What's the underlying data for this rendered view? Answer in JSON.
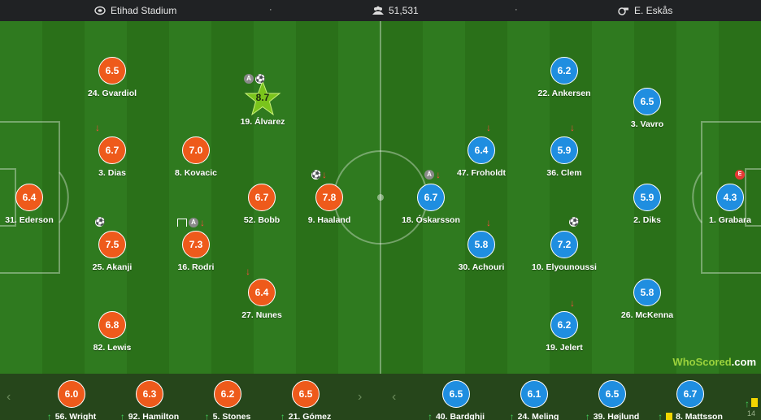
{
  "header": {
    "stadium": "Etihad Stadium",
    "attendance": "51,531",
    "referee": "E. Eskås",
    "separator": "·"
  },
  "colors": {
    "home": "#ee5a1b",
    "away": "#1f8ee0",
    "motm": "#7ac41c"
  },
  "home_players": [
    {
      "name": "24. Gvardiol",
      "rating": "6.5"
    },
    {
      "name": "3. Dias",
      "rating": "6.7"
    },
    {
      "name": "31. Ederson",
      "rating": "6.4"
    },
    {
      "name": "25. Akanji",
      "rating": "7.5"
    },
    {
      "name": "82. Lewis",
      "rating": "6.8"
    },
    {
      "name": "8. Kovacic",
      "rating": "7.0"
    },
    {
      "name": "16. Rodri",
      "rating": "7.3"
    },
    {
      "name": "19. Álvarez",
      "rating": "8.7"
    },
    {
      "name": "52. Bobb",
      "rating": "6.7"
    },
    {
      "name": "27. Nunes",
      "rating": "6.4"
    },
    {
      "name": "9. Haaland",
      "rating": "7.8"
    }
  ],
  "away_players": [
    {
      "name": "18. Óskarsson",
      "rating": "6.7"
    },
    {
      "name": "47. Froholdt",
      "rating": "6.4"
    },
    {
      "name": "30. Achouri",
      "rating": "5.8"
    },
    {
      "name": "22. Ankersen",
      "rating": "6.2"
    },
    {
      "name": "36. Clem",
      "rating": "5.9"
    },
    {
      "name": "10. Elyounoussi",
      "rating": "7.2"
    },
    {
      "name": "19. Jelert",
      "rating": "6.2"
    },
    {
      "name": "3. Vavro",
      "rating": "6.5"
    },
    {
      "name": "2. Diks",
      "rating": "5.9"
    },
    {
      "name": "26. McKenna",
      "rating": "5.8"
    },
    {
      "name": "1. Grabara",
      "rating": "4.3"
    }
  ],
  "badges": {
    "captain": "A",
    "error": "E",
    "goal": "⚽",
    "sub_out": "↓",
    "sub_in": "↑"
  },
  "home_subs": [
    {
      "name": "56. Wright",
      "rating": "6.0"
    },
    {
      "name": "92. Hamilton",
      "rating": "6.3"
    },
    {
      "name": "5. Stones",
      "rating": "6.2"
    },
    {
      "name": "21. Gómez",
      "rating": "6.5"
    }
  ],
  "away_subs": [
    {
      "name": "40. Bardghji",
      "rating": "6.5"
    },
    {
      "name": "24. Meling",
      "rating": "6.1"
    },
    {
      "name": "39. Højlund",
      "rating": "6.5"
    },
    {
      "name": "8. Mattsson",
      "rating": "6.7"
    },
    {
      "name": "14",
      "rating": ""
    }
  ],
  "nav": {
    "prev": "‹",
    "next": "›"
  },
  "logo": {
    "text": "WhoScored",
    "suffix": ".com"
  }
}
